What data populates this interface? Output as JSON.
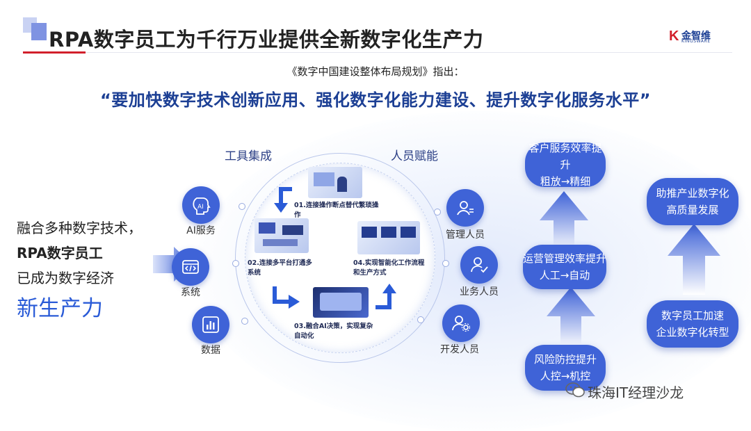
{
  "header": {
    "title": "RPA数字员工为千行万业提供全新数字化生产力",
    "logo_mark": "K",
    "logo_cn": "金智维",
    "logo_en": "KINGSWARE"
  },
  "subtitle": {
    "source": "《数字中国建设整体布局规划》指出：",
    "quote": "“要加快数字技术创新应用、强化数字化能力建设、提升数字化服务水平”"
  },
  "left": {
    "line1": "融合多种数字技术，",
    "line2": "RPA数字员工",
    "line3": "已成为数字经济",
    "highlight": "新生产力"
  },
  "tools": {
    "title": "工具集成",
    "items": [
      {
        "label": "AI服务",
        "icon": "ai-icon"
      },
      {
        "label": "系统",
        "icon": "code-window-icon"
      },
      {
        "label": "数据",
        "icon": "bar-chart-icon"
      }
    ]
  },
  "people": {
    "title": "人员赋能",
    "items": [
      {
        "label": "管理人员",
        "icon": "manager-icon"
      },
      {
        "label": "业务人员",
        "icon": "user-check-icon"
      },
      {
        "label": "开发人员",
        "icon": "user-gear-icon"
      }
    ]
  },
  "cycle": {
    "steps": [
      "01.连接操作断点替代繁琐操作",
      "02.连接多平台打通多系统",
      "03.融合AI决策，实现复杂自动化",
      "04.实现智能化工作流程和生产方式"
    ]
  },
  "benefits": {
    "b1": {
      "line1": "客户服务效率提升",
      "line2": "粗放→精细"
    },
    "b2": {
      "line1": "运营管理效率提升",
      "line2": "人工→自动"
    },
    "b3": {
      "line1": "风险防控提升",
      "line2": "人控→机控"
    },
    "b4": {
      "line1": "助推产业数字化",
      "line2": "高质量发展"
    },
    "b5": {
      "line1": "数字员工加速",
      "line2": "企业数字化转型"
    }
  },
  "watermark": "珠海IT经理沙龙",
  "colors": {
    "primary": "#3f63d7",
    "navy": "#1c3f94",
    "accent_red": "#d21f2b"
  }
}
